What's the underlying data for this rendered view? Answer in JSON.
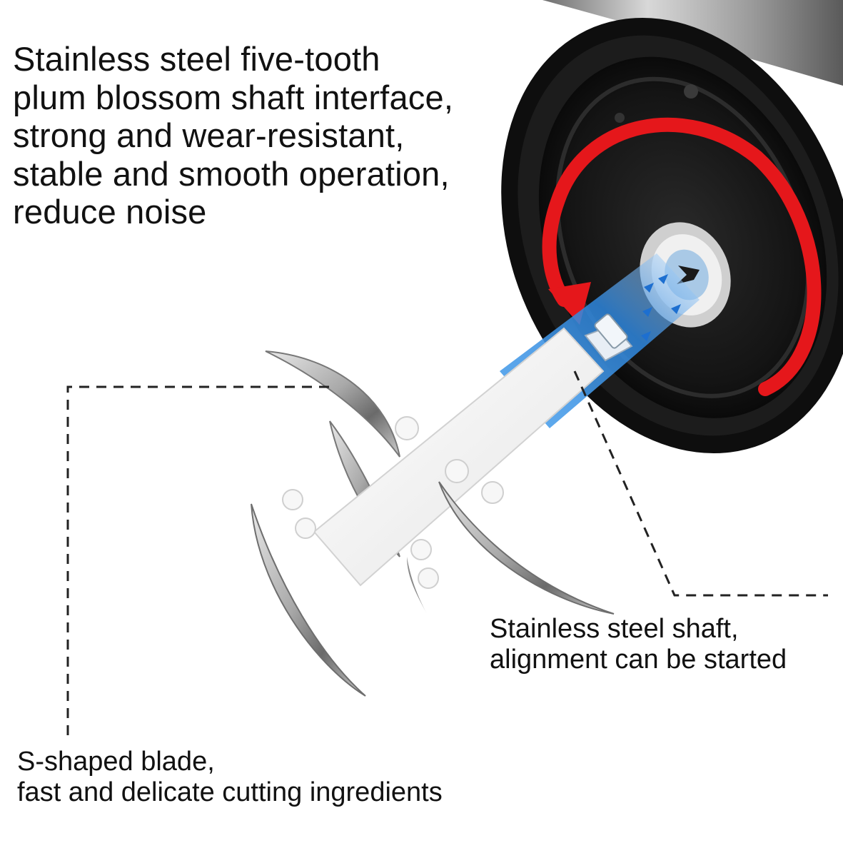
{
  "captions": {
    "top": {
      "lines": [
        "Stainless steel five-tooth",
        "plum blossom shaft interface,",
        "strong and wear-resistant,",
        "stable and smooth operation,",
        "reduce noise"
      ]
    },
    "shaft": {
      "lines": [
        "Stainless steel shaft,",
        "alignment can be started"
      ]
    },
    "blade": {
      "lines": [
        "S-shaped blade,",
        "fast and delicate cutting ingredients"
      ]
    }
  },
  "colors": {
    "rotation_arrow": "#e5171b",
    "beam": "#3a8fe0",
    "motor_body": "#151515",
    "blade_steel": "#b8b8b8",
    "dashed_leader": "#222222"
  },
  "icons": {
    "rotation": "rotation-arrow-icon",
    "alignment": "alignment-chevrons-icon"
  }
}
